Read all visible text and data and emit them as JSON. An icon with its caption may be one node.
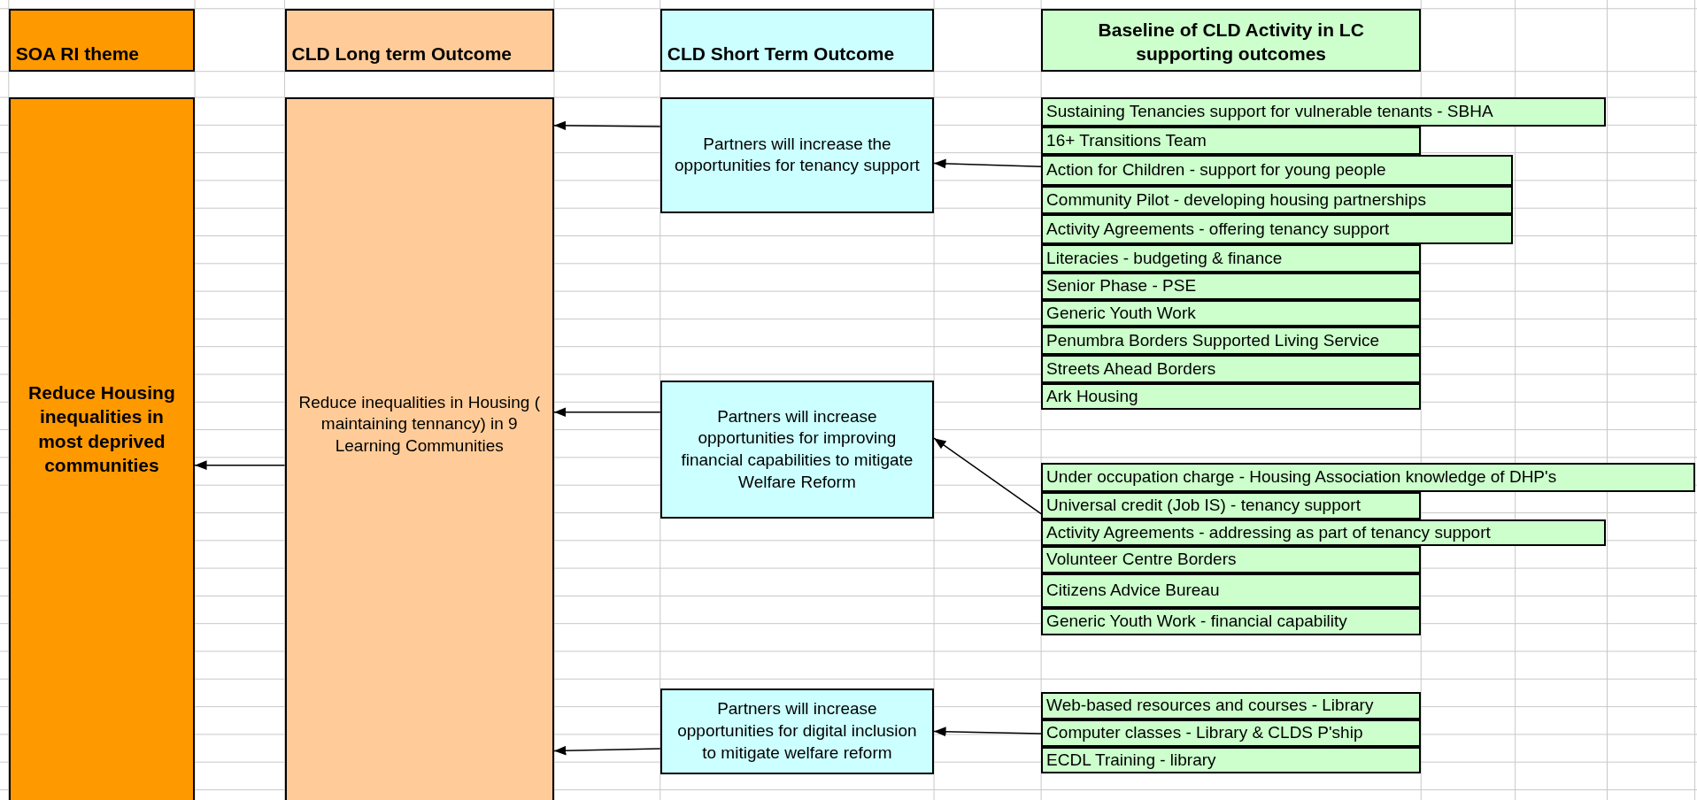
{
  "diagram": {
    "nodes": [
      {
        "text": [
          "SOA RI theme"
        ]
      },
      {
        "text": [
          "CLD Long term Outcome"
        ]
      },
      {
        "text": [
          "CLD Short Term Outcome"
        ]
      },
      {
        "text": [
          "Baseline of CLD Activity in LC supporting outcomes"
        ]
      },
      {
        "text": [
          "Reduce Housing inequalities in most deprived communities"
        ]
      },
      {
        "text": [
          "Reduce inequalities in Housing ( maintaining tennancy) in 9 Learning Communities"
        ]
      },
      {
        "text": [
          "Partners will increase the opportunities for tenancy support"
        ]
      },
      {
        "text": [
          "Partners will increase opportunities for improving financial capabilities to mitigate Welfare Reform"
        ]
      },
      {
        "text": [
          "Partners will increase opportunities for digital inclusion to mitigate welfare reform"
        ]
      },
      {
        "text": [
          "Sustaining Tenancies support for vulnerable tenants - SBHA"
        ]
      },
      {
        "text": [
          "16+ Transitions Team"
        ]
      },
      {
        "text": [
          "Action for Children - support for young people"
        ]
      },
      {
        "text": [
          "Community Pilot - developing housing partnerships"
        ]
      },
      {
        "text": [
          "Activity Agreements - offering tenancy support"
        ]
      },
      {
        "text": [
          "Literacies - budgeting & finance"
        ]
      },
      {
        "text": [
          "Senior Phase - PSE"
        ]
      },
      {
        "text": [
          "Generic Youth Work"
        ]
      },
      {
        "text": [
          "Penumbra Borders Supported Living Service"
        ]
      },
      {
        "text": [
          "Streets Ahead Borders"
        ]
      },
      {
        "text": [
          "Ark Housing"
        ]
      },
      {
        "text": [
          "Under occupation charge - Housing Association knowledge of DHP's"
        ]
      },
      {
        "text": [
          "Universal credit (Job IS) - tenancy support"
        ]
      },
      {
        "text": [
          "Activity Agreements - addressing as part of tenancy support"
        ]
      },
      {
        "text": [
          "Volunteer Centre Borders"
        ]
      },
      {
        "text": [
          "Citizens Advice Bureau"
        ]
      },
      {
        "text": [
          "Generic Youth Work - financial capability"
        ]
      },
      {
        "text": [
          "Web-based resources and courses - Library"
        ]
      },
      {
        "text": [
          "Computer classes - Library & CLDS P'ship"
        ]
      },
      {
        "text": [
          "ECDL Training - library"
        ]
      }
    ],
    "edges": [
      {
        "from": 6,
        "to": 5,
        "arrow": "to"
      },
      {
        "from": 11,
        "to": 6,
        "arrow": "to"
      },
      {
        "from": 7,
        "to": 5,
        "arrow": "to"
      },
      {
        "from": 21,
        "to": 7,
        "arrow": "to"
      },
      {
        "from": 5,
        "to": 4,
        "arrow": "to"
      },
      {
        "from": 8,
        "to": 5,
        "arrow": "to"
      },
      {
        "from": 27,
        "to": 8,
        "arrow": "to"
      }
    ]
  }
}
